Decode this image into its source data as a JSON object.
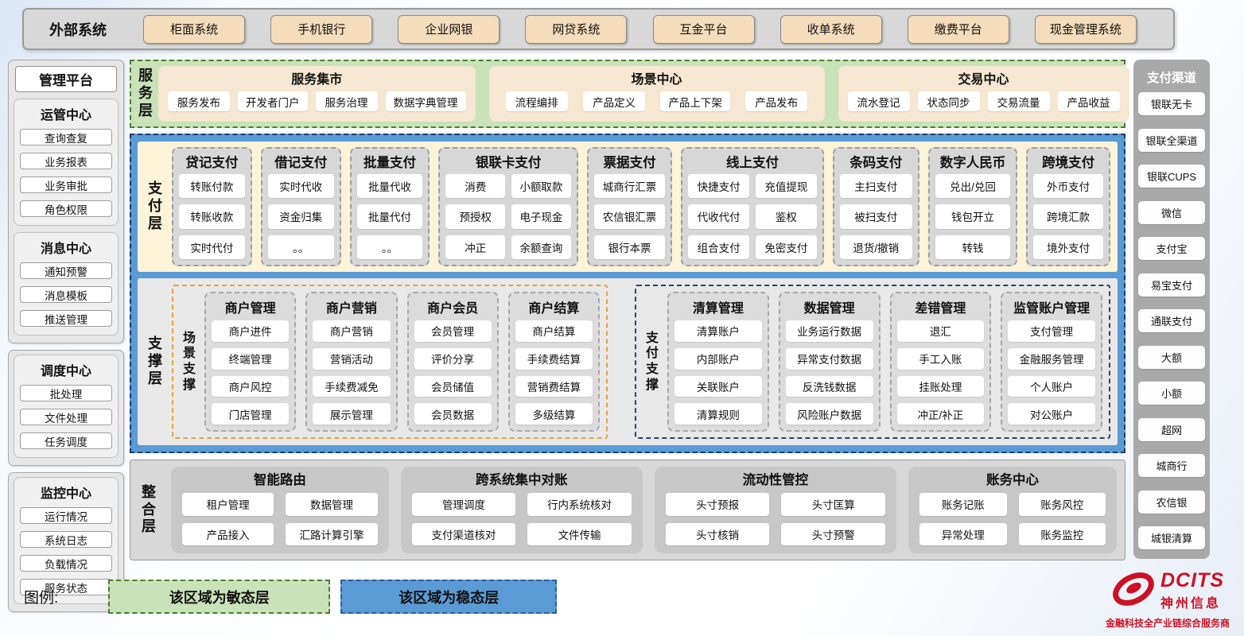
{
  "external": {
    "label": "外部系统",
    "systems": [
      "柜面系统",
      "手机银行",
      "企业网银",
      "网贷系统",
      "互金平台",
      "收单系统",
      "缴费平台",
      "现金管理系统"
    ]
  },
  "management": {
    "title": "管理平台",
    "groups": [
      {
        "title": "运管中心",
        "items": [
          "查询查复",
          "业务报表",
          "业务审批",
          "角色权限"
        ]
      },
      {
        "title": "消息中心",
        "items": [
          "通知预警",
          "消息模板",
          "推送管理"
        ]
      },
      {
        "title": "调度中心",
        "items": [
          "批处理",
          "文件处理",
          "任务调度"
        ]
      },
      {
        "title": "监控中心",
        "items": [
          "运行情况",
          "系统日志",
          "负载情况",
          "服务状态"
        ]
      }
    ]
  },
  "service_layer": {
    "label": "服务层",
    "groups": [
      {
        "title": "服务集市",
        "items": [
          "服务发布",
          "开发者门户",
          "服务治理",
          "数据字典管理"
        ]
      },
      {
        "title": "场景中心",
        "items": [
          "流程编排",
          "产品定义",
          "产品上下架",
          "产品发布"
        ]
      },
      {
        "title": "交易中心",
        "items": [
          "流水登记",
          "状态同步",
          "交易流量",
          "产品收益"
        ]
      }
    ]
  },
  "payment_layer": {
    "label": "支付层",
    "columns": [
      {
        "title": "贷记支付",
        "cols": 1,
        "items": [
          "转账付款",
          "转账收款",
          "实时代付"
        ]
      },
      {
        "title": "借记支付",
        "cols": 1,
        "items": [
          "实时代收",
          "资金归集",
          "。。"
        ]
      },
      {
        "title": "批量支付",
        "cols": 1,
        "items": [
          "批量代收",
          "批量代付",
          "。。"
        ]
      },
      {
        "title": "银联卡支付",
        "cols": 2,
        "items": [
          "消费",
          "小额取款",
          "预授权",
          "电子现金",
          "冲正",
          "余额查询"
        ]
      },
      {
        "title": "票据支付",
        "cols": 1,
        "items": [
          "城商行汇票",
          "农信银汇票",
          "银行本票"
        ]
      },
      {
        "title": "线上支付",
        "cols": 2,
        "items": [
          "快捷支付",
          "充值提现",
          "代收代付",
          "鉴权",
          "组合支付",
          "免密支付"
        ]
      },
      {
        "title": "条码支付",
        "cols": 1,
        "items": [
          "主扫支付",
          "被扫支付",
          "退货/撤销"
        ]
      },
      {
        "title": "数字人民币",
        "cols": 1,
        "items": [
          "兑出/兑回",
          "钱包开立",
          "转钱"
        ]
      },
      {
        "title": "跨境支付",
        "cols": 1,
        "items": [
          "外币支付",
          "跨境汇款",
          "境外支付"
        ]
      }
    ]
  },
  "support_layer": {
    "label": "支撑层",
    "scene": {
      "label": "场景支撑",
      "columns": [
        {
          "title": "商户管理",
          "items": [
            "商户进件",
            "终端管理",
            "商户风控",
            "门店管理"
          ]
        },
        {
          "title": "商户营销",
          "items": [
            "商户营销",
            "营销活动",
            "手续费减免",
            "展示管理"
          ]
        },
        {
          "title": "商户会员",
          "items": [
            "会员管理",
            "评价分享",
            "会员储值",
            "会员数据"
          ]
        },
        {
          "title": "商户结算",
          "items": [
            "商户结算",
            "手续费结算",
            "营销费结算",
            "多级结算"
          ]
        }
      ]
    },
    "payment": {
      "label": "支付支撑",
      "columns": [
        {
          "title": "清算管理",
          "items": [
            "清算账户",
            "内部账户",
            "关联账户",
            "清算规则"
          ]
        },
        {
          "title": "数据管理",
          "items": [
            "业务运行数据",
            "异常支付数据",
            "反洗钱数据",
            "风险账户数据"
          ]
        },
        {
          "title": "差错管理",
          "items": [
            "退汇",
            "手工入账",
            "挂账处理",
            "冲正/补正"
          ]
        },
        {
          "title": "监管账户管理",
          "items": [
            "支付管理",
            "金融服务管理",
            "个人账户",
            "对公账户"
          ]
        }
      ]
    }
  },
  "integration_layer": {
    "label": "整合层",
    "groups": [
      {
        "title": "智能路由",
        "items": [
          "租户管理",
          "数据管理",
          "产品接入",
          "汇路计算引擎"
        ]
      },
      {
        "title": "跨系统集中对账",
        "items": [
          "管理调度",
          "行内系统核对",
          "支付渠道核对",
          "文件传输"
        ]
      },
      {
        "title": "流动性管控",
        "items": [
          "头寸预报",
          "头寸匡算",
          "头寸核销",
          "头寸预警"
        ]
      },
      {
        "title": "账务中心",
        "items": [
          "账务记账",
          "账务风控",
          "异常处理",
          "账务监控"
        ]
      }
    ]
  },
  "channels": {
    "title": "支付渠道",
    "items": [
      "银联无卡",
      "银联全渠道",
      "银联CUPS",
      "微信",
      "支付宝",
      "易宝支付",
      "通联支付",
      "大额",
      "小额",
      "超网",
      "城商行",
      "农信银",
      "城银清算"
    ]
  },
  "legend": {
    "label": "图例:",
    "agile": "该区域为敏态层",
    "stable": "该区域为稳态层"
  },
  "logo": {
    "icon": "dcits-swirl-icon",
    "name": "DCITS",
    "company": "神州信息",
    "tagline": "金融科技全产业链综合服务商"
  },
  "colors": {
    "agile_green": "#c9e2b8",
    "agile_green_border": "#4f7a36",
    "stable_blue": "#5b9bd5",
    "stable_blue_border": "#1f3864",
    "external_tan": "#f5dcba",
    "scene_support_border": "#e2a23b",
    "payment_support_border": "#27426e",
    "brand_red": "#cc1126"
  }
}
